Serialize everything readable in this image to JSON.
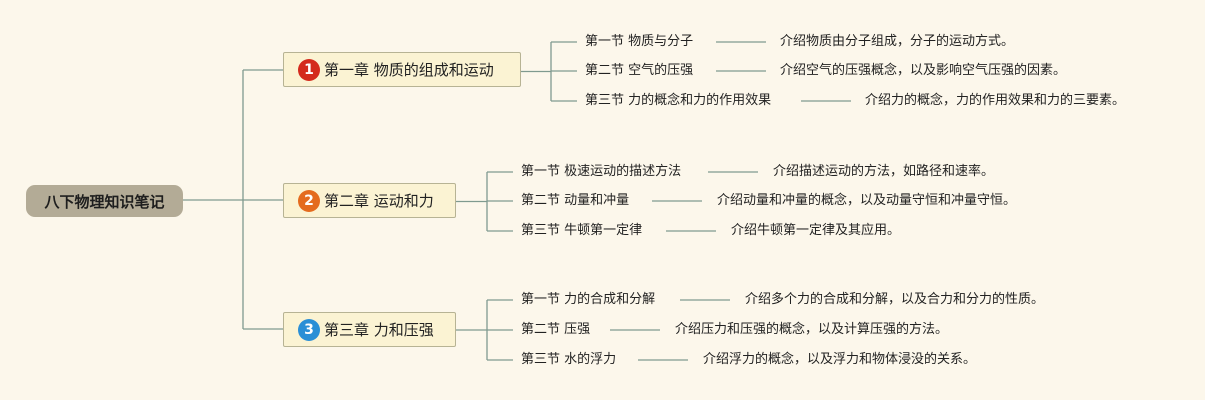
{
  "root": {
    "label": "八下物理知识笔记"
  },
  "chapters": [
    {
      "number": "1",
      "title": "第一章 物质的组成和运动",
      "badge_color": "#d42a1c",
      "sections": [
        {
          "title": "第一节 物质与分子",
          "desc": "介绍物质由分子组成，分子的运动方式。"
        },
        {
          "title": "第二节 空气的压强",
          "desc": "介绍空气的压强概念，以及影响空气压强的因素。"
        },
        {
          "title": "第三节 力的概念和力的作用效果",
          "desc": "介绍力的概念，力的作用效果和力的三要素。"
        }
      ]
    },
    {
      "number": "2",
      "title": "第二章 运动和力",
      "badge_color": "#e46b1e",
      "sections": [
        {
          "title": "第一节 极速运动的描述方法",
          "desc": "介绍描述运动的方法，如路径和速率。"
        },
        {
          "title": "第二节 动量和冲量",
          "desc": "介绍动量和冲量的概念，以及动量守恒和冲量守恒。"
        },
        {
          "title": "第三节 牛顿第一定律",
          "desc": "介绍牛顿第一定律及其应用。"
        }
      ]
    },
    {
      "number": "3",
      "title": "第三章 力和压强",
      "badge_color": "#2a8fd6",
      "sections": [
        {
          "title": "第一节 力的合成和分解",
          "desc": "介绍多个力的合成和分解，以及合力和分力的性质。"
        },
        {
          "title": "第二节 压强",
          "desc": "介绍压力和压强的概念，以及计算压强的方法。"
        },
        {
          "title": "第三节 水的浮力",
          "desc": "介绍浮力的概念，以及浮力和物体浸没的关系。"
        }
      ]
    }
  ],
  "colors": {
    "line": "#7f9a8f",
    "root_bg": "#b3ab96",
    "chapter_bg": "#fbf3d3",
    "background": "#fcf7eb"
  }
}
